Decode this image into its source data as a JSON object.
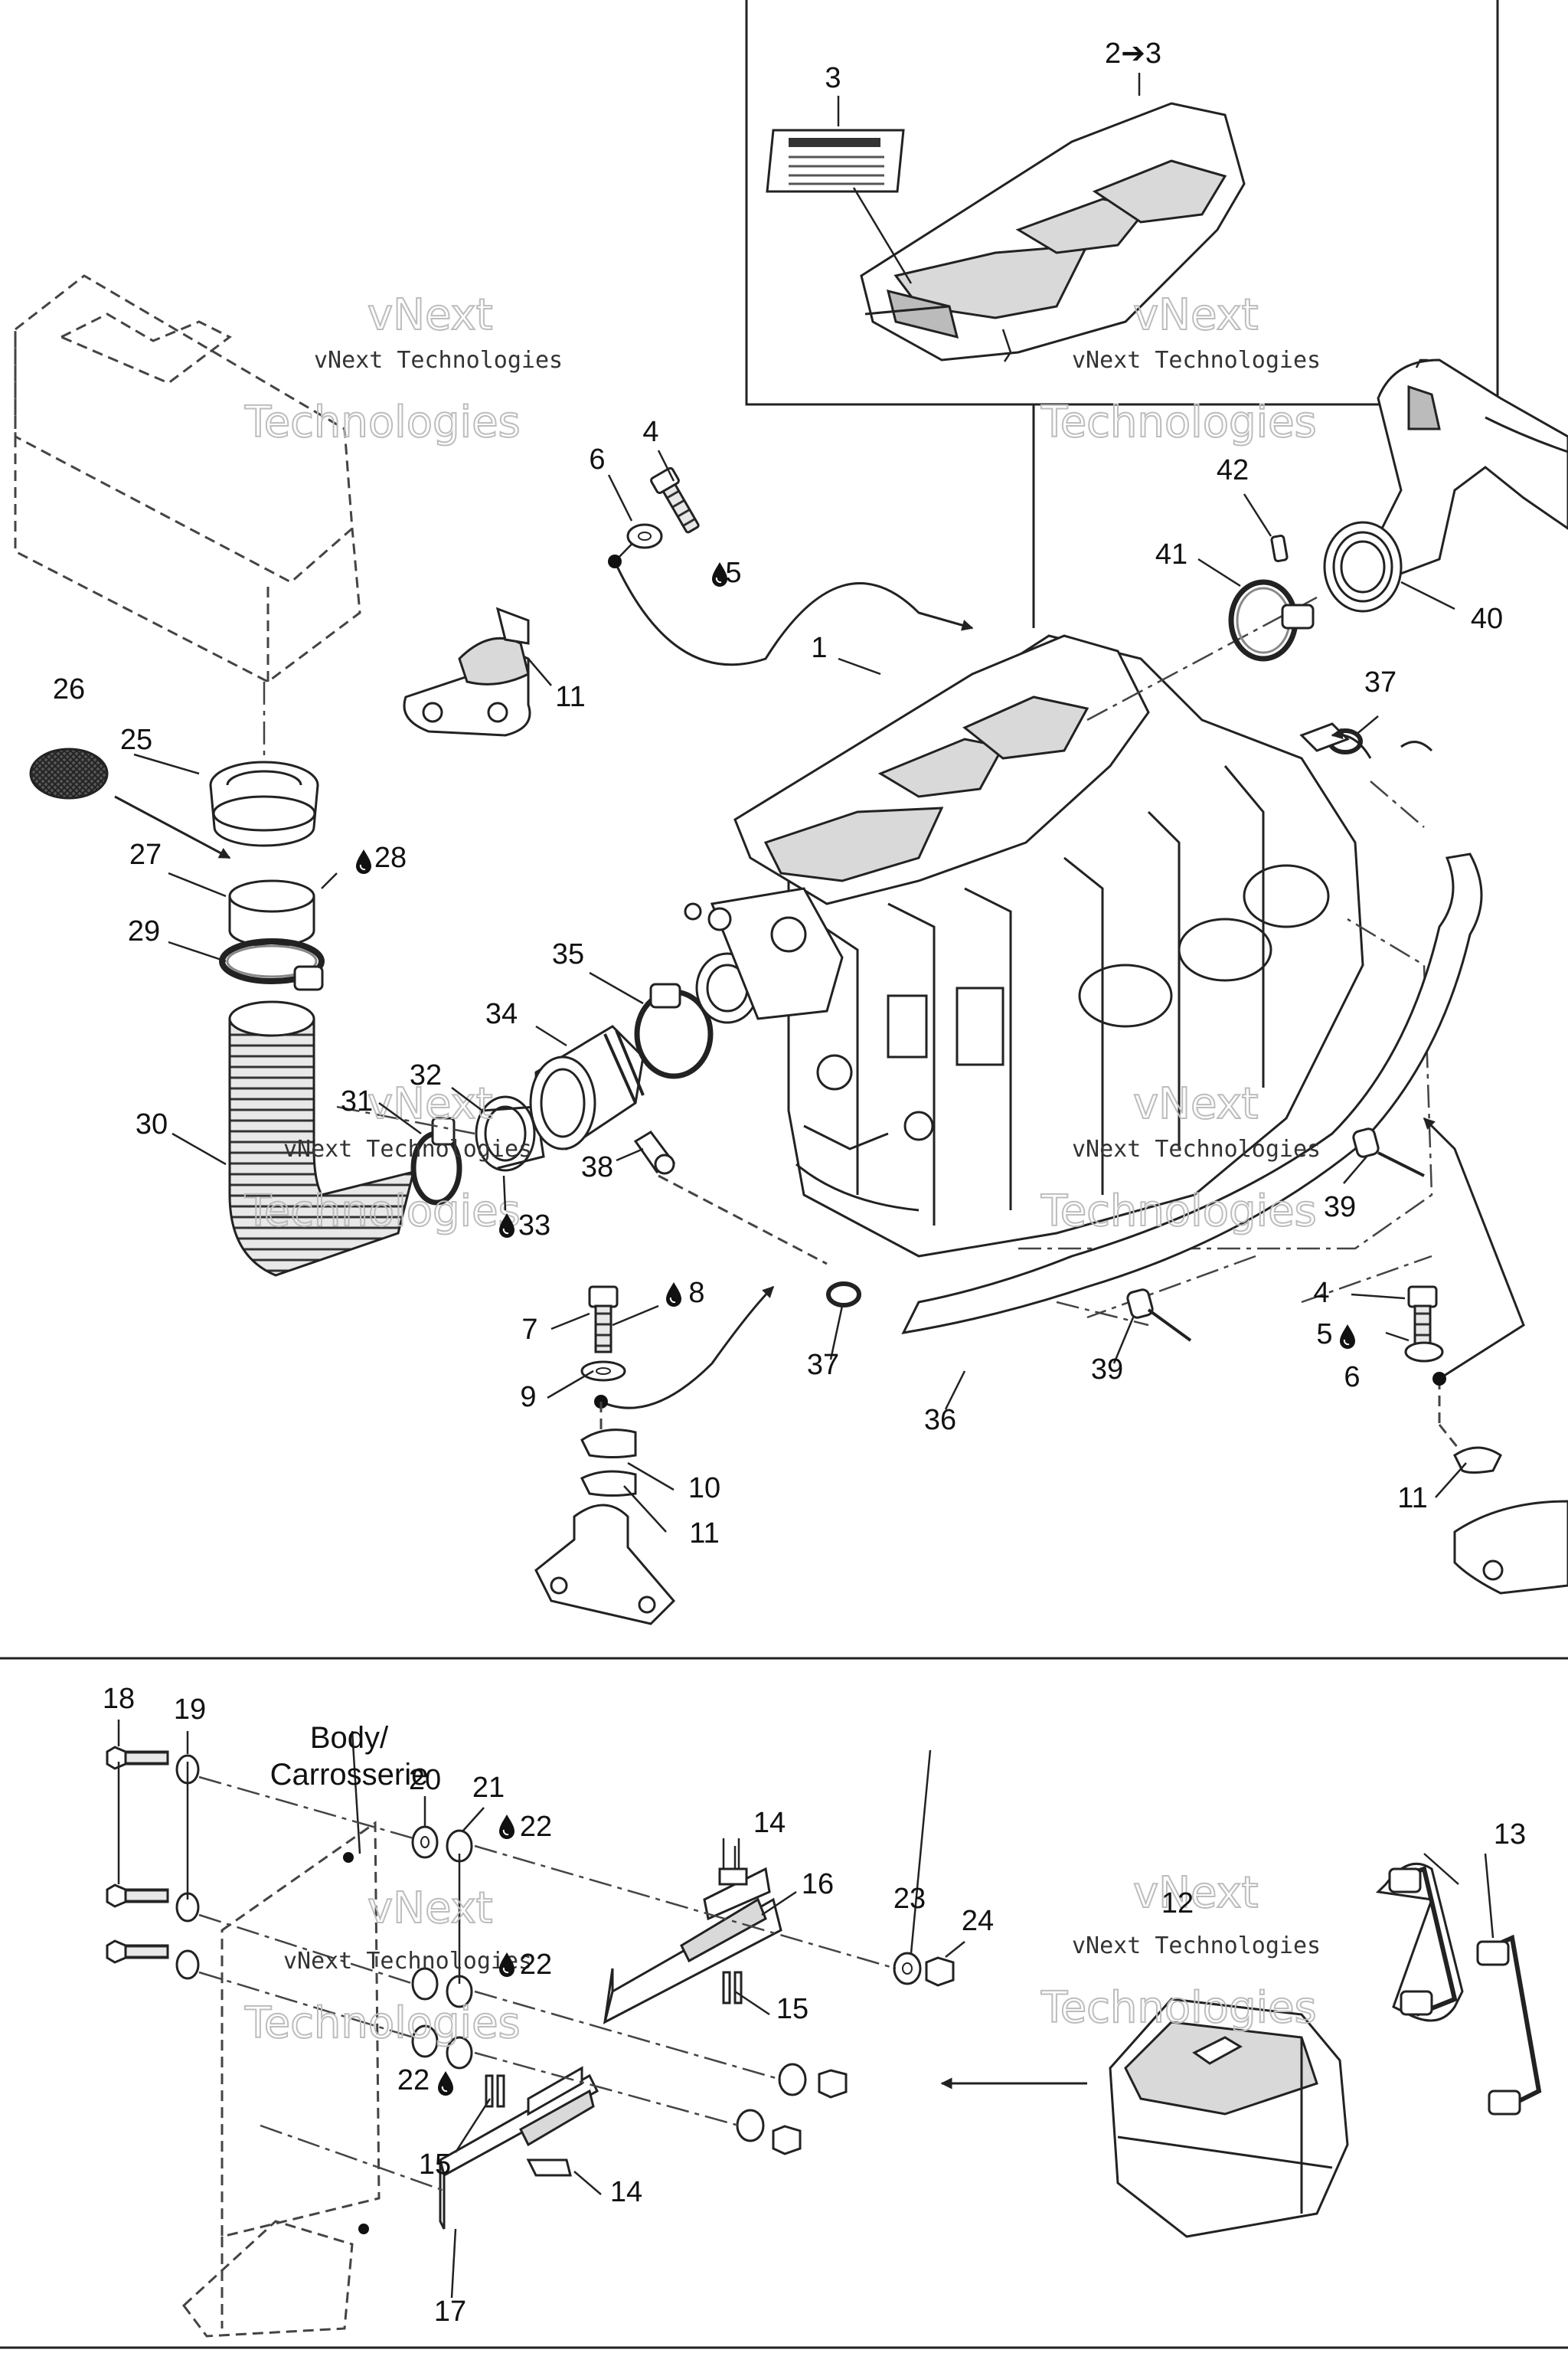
{
  "watermark": {
    "line1": "vNext",
    "line2": "vNext Technologies",
    "line3": "Technologies"
  },
  "body_label": {
    "line1": "Body/",
    "line2": "Carrosserie"
  },
  "callouts": {
    "c1": "1",
    "c2to3": "2➔3",
    "c3": "3",
    "c4a": "4",
    "c4b": "4",
    "c5a": "5",
    "c5b": "5",
    "c6a": "6",
    "c6b": "6",
    "c7": "7",
    "c8": "8",
    "c9": "9",
    "c10": "10",
    "c11a": "11",
    "c11b": "11",
    "c11c": "11",
    "c12": "12",
    "c13": "13",
    "c14a": "14",
    "c14b": "14",
    "c15a": "15",
    "c15b": "15",
    "c16": "16",
    "c17": "17",
    "c18": "18",
    "c19": "19",
    "c20": "20",
    "c21": "21",
    "c22a": "22",
    "c22b": "22",
    "c22c": "22",
    "c23": "23",
    "c24": "24",
    "c25": "25",
    "c26": "26",
    "c27": "27",
    "c28": "28",
    "c29": "29",
    "c30": "30",
    "c31": "31",
    "c32": "32",
    "c33": "33",
    "c34": "34",
    "c35": "35",
    "c36": "36",
    "c37a": "37",
    "c37b": "37",
    "c38": "38",
    "c39a": "39",
    "c39b": "39",
    "c40": "40",
    "c41": "41",
    "c42": "42"
  },
  "icons": {
    "sealant": "drop-icon"
  }
}
